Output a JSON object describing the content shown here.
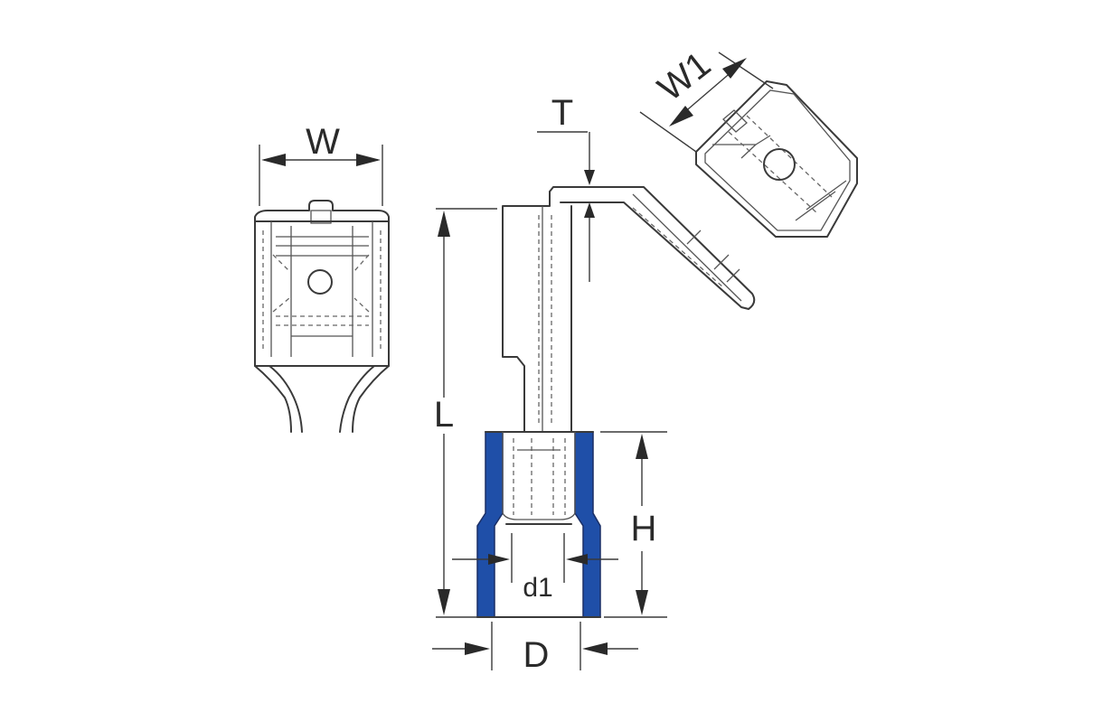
{
  "dimensions": {
    "W": "W",
    "W1": "W1",
    "T": "T",
    "L": "L",
    "H": "H",
    "d1": "d1",
    "D": "D"
  },
  "colors": {
    "insulation": "#1f4fa8",
    "line": "#3a3a3a",
    "background": "#ffffff"
  }
}
